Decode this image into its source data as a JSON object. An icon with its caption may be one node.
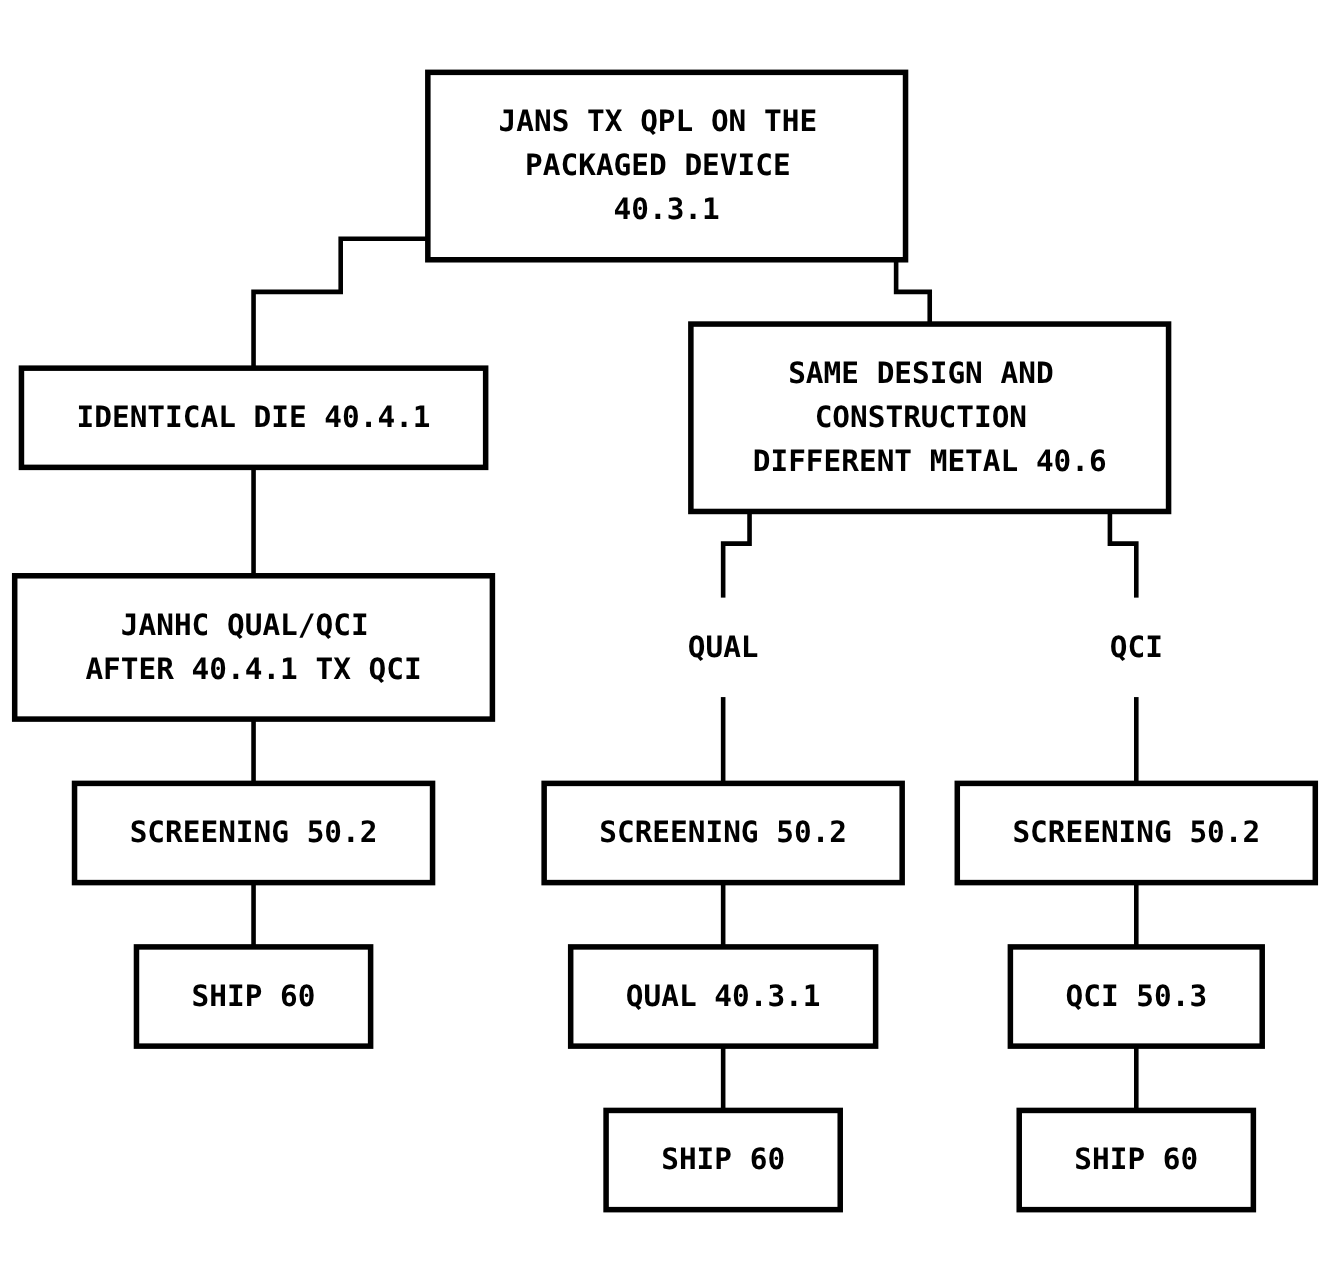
{
  "diagram": {
    "nodes": [
      {
        "text": [
          "JANS TX QPL ON THE PACKAGED DEVICE 40.3.1"
        ]
      },
      {
        "text": [
          "IDENTICAL DIE 40.4.1"
        ]
      },
      {
        "text": [
          "SAME DESIGN AND CONSTRUCTION DIFFERENT METAL 40.6"
        ]
      },
      {
        "text": [
          "JANHC QUAL/QCI AFTER 40.4.1 TX QCI"
        ]
      },
      {
        "text": [
          "SCREENING 50.2"
        ]
      },
      {
        "text": [
          "SHIP 60"
        ]
      },
      {
        "text": [
          "QUAL"
        ]
      },
      {
        "text": [
          "QCI"
        ]
      },
      {
        "text": [
          "SCREENING 50.2"
        ]
      },
      {
        "text": [
          "QUAL 40.3.1"
        ]
      },
      {
        "text": [
          "SHIP 60"
        ]
      },
      {
        "text": [
          "SCREENING 50.2"
        ]
      },
      {
        "text": [
          "QCI 50.3"
        ]
      },
      {
        "text": [
          "SHIP 60"
        ]
      }
    ],
    "edges": [
      {
        "from": 0,
        "to": 1,
        "arrow": "none"
      },
      {
        "from": 0,
        "to": 2,
        "arrow": "none"
      },
      {
        "from": 1,
        "to": 3,
        "arrow": "none"
      },
      {
        "from": 3,
        "to": 4,
        "arrow": "none"
      },
      {
        "from": 4,
        "to": 5,
        "arrow": "none"
      },
      {
        "from": 2,
        "to": 6,
        "arrow": "none"
      },
      {
        "from": 2,
        "to": 7,
        "arrow": "none"
      },
      {
        "from": 6,
        "to": 8,
        "arrow": "none"
      },
      {
        "from": 8,
        "to": 9,
        "arrow": "none"
      },
      {
        "from": 9,
        "to": 10,
        "arrow": "none"
      },
      {
        "from": 7,
        "to": 11,
        "arrow": "none"
      },
      {
        "from": 11,
        "to": 12,
        "arrow": "none"
      },
      {
        "from": 12,
        "to": 13,
        "arrow": "none"
      }
    ]
  }
}
